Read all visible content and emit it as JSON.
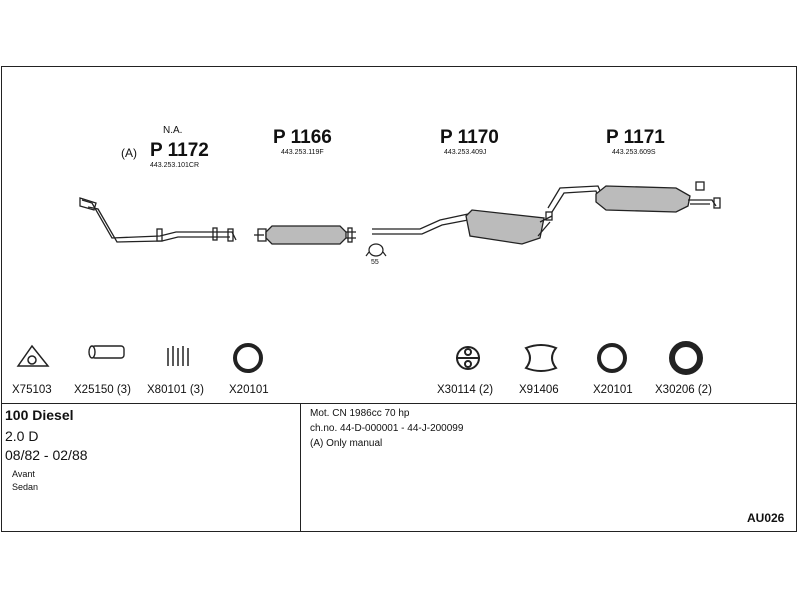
{
  "parts": {
    "p1172": {
      "annotation": "(A)",
      "na": "N.A.",
      "number": "P 1172",
      "oem": "443.253.101CR"
    },
    "p1166": {
      "number": "P 1166",
      "oem": "443.253.119F"
    },
    "p1170": {
      "number": "P 1170",
      "oem": "443.253.409J"
    },
    "p1171": {
      "number": "P 1171",
      "oem": "443.253.609S"
    },
    "clamp_label": "55"
  },
  "accessories": [
    {
      "code": "X75103",
      "icon": "gasket-flange-icon"
    },
    {
      "code": "X25150 (3)",
      "icon": "pipe-sleeve-icon"
    },
    {
      "code": "X80101 (3)",
      "icon": "spring-icon"
    },
    {
      "code": "X20101",
      "icon": "ring-gasket-icon"
    },
    {
      "code": "X30114 (2)",
      "icon": "rubber-hanger-icon"
    },
    {
      "code": "X91406",
      "icon": "clamp-icon"
    },
    {
      "code": "X20101",
      "icon": "ring-gasket-icon"
    },
    {
      "code": "X30206 (2)",
      "icon": "rubber-ring-icon"
    }
  ],
  "vehicle": {
    "model": "100 Diesel",
    "engine": "2.0 D",
    "years": "08/82 - 02/88",
    "body1": "Avant",
    "body2": "Sedan"
  },
  "notes": {
    "line1": "Mot. CN 1986cc 70 hp",
    "line2": "ch.no. 44-D-000001 - 44-J-200099",
    "line3": "(A) Only manual"
  },
  "diagram_code": "AU026"
}
